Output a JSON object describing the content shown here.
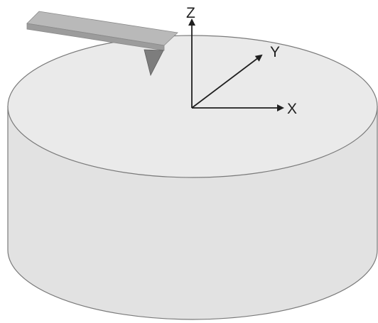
{
  "axes": {
    "z_label": "Z",
    "y_label": "Y",
    "x_label": "X"
  },
  "colors": {
    "cylinder_side": "#e2e2e2",
    "cylinder_top": "#eaeaea",
    "outline": "#7a7a7a",
    "cantilever_top": "#b9b9b9",
    "cantilever_side": "#9c9c9c",
    "tip": "#7d7d7d",
    "axis": "#1f1f1f"
  }
}
